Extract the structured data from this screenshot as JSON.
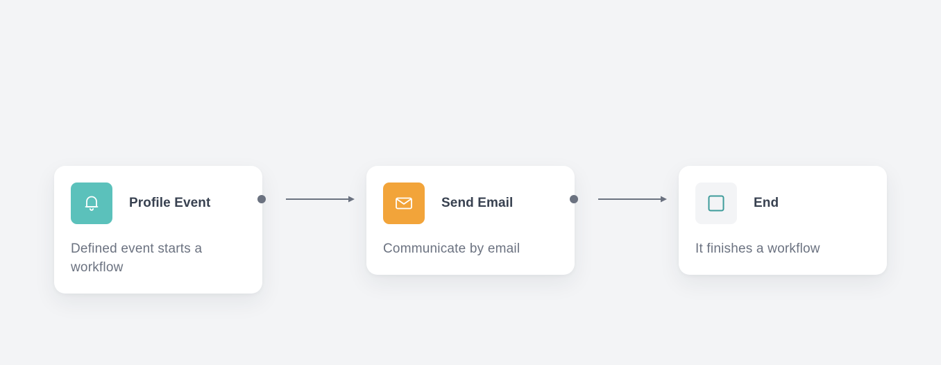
{
  "flow": {
    "nodes": [
      {
        "title": "Profile Event",
        "description": "Defined event starts a workflow",
        "icon": "bell-icon",
        "icon_bg": "#5bc1bb",
        "icon_fg": "#ffffff"
      },
      {
        "title": "Send Email",
        "description": "Communicate by email",
        "icon": "envelope-icon",
        "icon_bg": "#f2a43a",
        "icon_fg": "#ffffff"
      },
      {
        "title": "End",
        "description": "It finishes a workflow",
        "icon": "square-icon",
        "icon_bg": "#f3f4f6",
        "icon_fg": "#3d9b9a"
      }
    ],
    "connectors": [
      {
        "from": "Profile Event",
        "to": "Send Email"
      },
      {
        "from": "Send Email",
        "to": "End"
      }
    ],
    "colors": {
      "background": "#f3f4f6",
      "card": "#ffffff",
      "connector": "#6b7280",
      "title_text": "#384150",
      "desc_text": "#6b7280"
    }
  }
}
